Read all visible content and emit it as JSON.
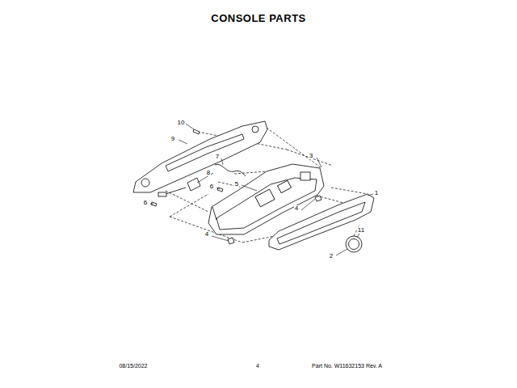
{
  "diagram": {
    "title": "CONSOLE PARTS",
    "labels": [
      "10",
      "9",
      "7",
      "8",
      "6",
      "5",
      "3",
      "1",
      "6",
      "4",
      "4",
      "11",
      "2",
      "08/15/2022",
      "4",
      "Part No. W11632153 Rev. A"
    ]
  }
}
